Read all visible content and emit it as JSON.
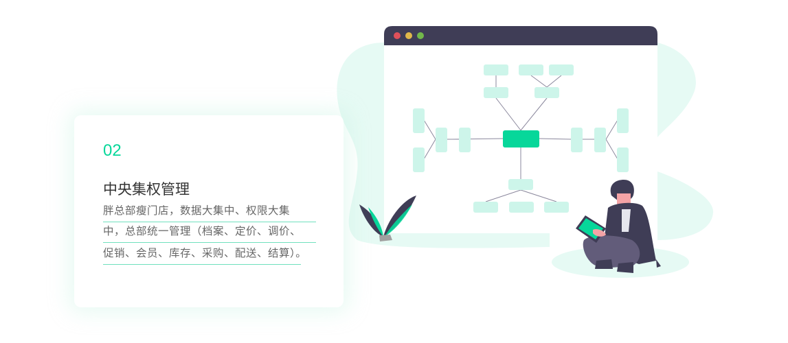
{
  "feature": {
    "number": "02",
    "title": "中央集权管理",
    "description_lines": [
      "胖总部瘦门店，数据大集中、权限大集",
      "中，总部统一管理（档案、定价、调价、",
      "促销、会员、库存、采购、配送、结算）。"
    ]
  },
  "illustration": {
    "window_controls": [
      "close-dot",
      "minimize-dot",
      "maximize-dot"
    ],
    "colors": {
      "accent": "#07d79a",
      "node": "#cdf5ea",
      "window_bar": "#3f3d56",
      "background_blob": "#e6faf4",
      "close": "#e0505a",
      "minimize": "#e0b84a",
      "maximize": "#72b84a"
    }
  }
}
